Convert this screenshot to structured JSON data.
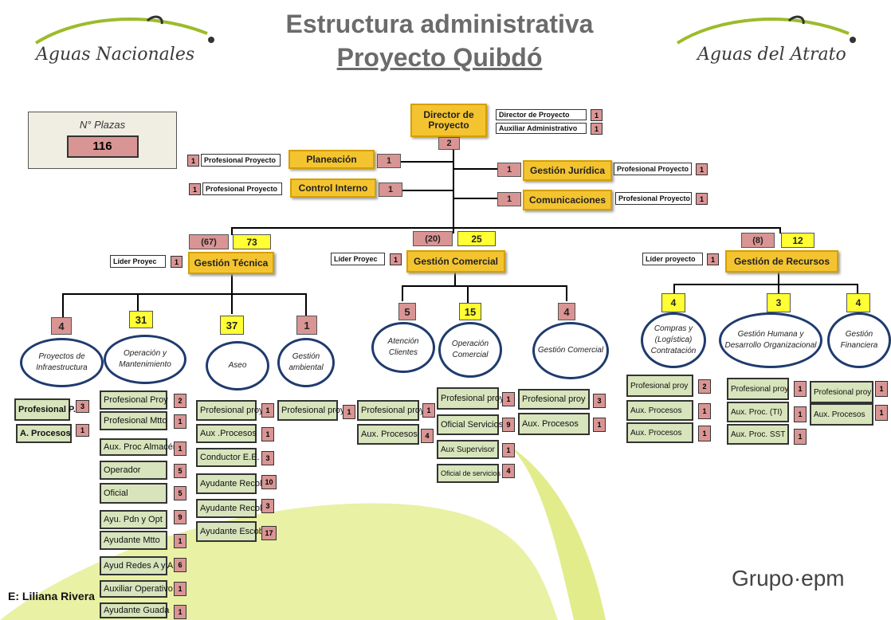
{
  "header": {
    "title_line1": "Estructura administrativa",
    "title_line2": "Proyecto Quibdó",
    "logo_left": "Aguas Nacionales",
    "logo_right": "Aguas del Atrato"
  },
  "plazas": {
    "label": "N° Plazas",
    "value": "116"
  },
  "director": {
    "title": "Director de Proyecto",
    "count": "2",
    "roles": [
      {
        "label": "Director de Proyecto",
        "num": "1"
      },
      {
        "label": "Auxiliar Administrativo",
        "num": "1"
      }
    ]
  },
  "staff": {
    "planeacion": {
      "title": "Planeación",
      "role": "Profesional Proyecto",
      "role_num": "1",
      "num": "1"
    },
    "control": {
      "title": "Control Interno",
      "role": "Profesional Proyecto",
      "role_num": "1",
      "num": "1"
    },
    "juridica": {
      "title": "Gestión Jurídica",
      "role": "Profesional Proyecto",
      "role_num": "1",
      "num": "1"
    },
    "comunicaciones": {
      "title": "Comunicaciones",
      "role": "Profesional Proyecto",
      "role_num": "1",
      "num": "1"
    }
  },
  "tecnica": {
    "title": "Gestión Técnica",
    "a": "(67)",
    "b": "73",
    "leader": "Líder Proyec",
    "leader_num": "1",
    "units": [
      {
        "name": "Proyectos de Infraestructura",
        "num": "4",
        "rows": [
          [
            "Profesional P.",
            "3"
          ],
          [
            "A. Procesos",
            "1"
          ]
        ]
      },
      {
        "name": "Operación y Mantenimiento",
        "num": "31",
        "rows": [
          [
            "Profesional Proy",
            "2"
          ],
          [
            "Profesional Mtto",
            "1"
          ],
          [
            "Aux. Proc Almacén",
            "1"
          ],
          [
            "Operador",
            "5"
          ],
          [
            "Oficial",
            "5"
          ],
          [
            "Ayu. Pdn y Opt",
            "9"
          ],
          [
            "Ayudante Mtto",
            "1"
          ],
          [
            "Ayud Redes A y A",
            "6"
          ],
          [
            "Auxiliar Operativo",
            "1"
          ],
          [
            "Ayudante Guada",
            "1"
          ]
        ]
      },
      {
        "name": "Aseo",
        "num": "37",
        "rows": [
          [
            "Profesional proy",
            "1"
          ],
          [
            "Aux .Procesos",
            "1"
          ],
          [
            "Conductor E.E.",
            "3"
          ],
          [
            "Ayudante Recol",
            "10"
          ],
          [
            "Ayudante Recol",
            "3"
          ],
          [
            "Ayudante Escob",
            "17"
          ]
        ]
      },
      {
        "name": "Gestión ambiental",
        "num": "1",
        "rows": [
          [
            "Profesional proy",
            "1"
          ]
        ]
      }
    ]
  },
  "comercial": {
    "title": "Gestión Comercial",
    "a": "(20)",
    "b": "25",
    "leader": "Líder Proyec",
    "leader_num": "1",
    "units": [
      {
        "name": "Atención Clientes",
        "num": "5",
        "rows": [
          [
            "Profesional proy",
            "1"
          ],
          [
            "Aux. Procesos",
            "4"
          ]
        ]
      },
      {
        "name": "Operación Comercial",
        "num": "15",
        "rows": [
          [
            "Profesional proy",
            "1"
          ],
          [
            "Oficial Servicios",
            "9"
          ],
          [
            "Aux Supervisor",
            "1"
          ],
          [
            "Oficial de servicios",
            "4"
          ]
        ]
      },
      {
        "name": "Gestión Comercial",
        "num": "4",
        "rows": [
          [
            "Profesional proy",
            "3"
          ],
          [
            "Aux. Procesos",
            "1"
          ]
        ]
      }
    ]
  },
  "recursos": {
    "title": "Gestión de Recursos",
    "a": "(8)",
    "b": "12",
    "leader": "Líder proyecto",
    "leader_num": "1",
    "units": [
      {
        "name": "Compras y (Logística) Contratación",
        "num": "4",
        "rows": [
          [
            "Profesional proy",
            "2"
          ],
          [
            "Aux. Procesos",
            "1"
          ],
          [
            "Aux. Procesos",
            "1"
          ]
        ]
      },
      {
        "name": "Gestión Humana y Desarrollo Organizacional",
        "num": "3",
        "rows": [
          [
            "Profesional proy",
            "1"
          ],
          [
            "Aux. Proc. (TI)",
            "1"
          ],
          [
            "Aux. Proc. SST",
            "1"
          ]
        ]
      },
      {
        "name": "Gestión Financiera",
        "num": "4",
        "rows": [
          [
            "Profesional proy",
            "1"
          ],
          [
            "Aux. Procesos",
            "1"
          ]
        ]
      }
    ]
  },
  "footer": {
    "author": "E: Liliana Rivera",
    "brand": "Grupo·epm"
  },
  "colors": {
    "yellow": "#f4c430",
    "rose": "#d99594",
    "green": "#d8e4bc",
    "navy": "#1f3b6e",
    "swoosh": "#c5d92d"
  }
}
